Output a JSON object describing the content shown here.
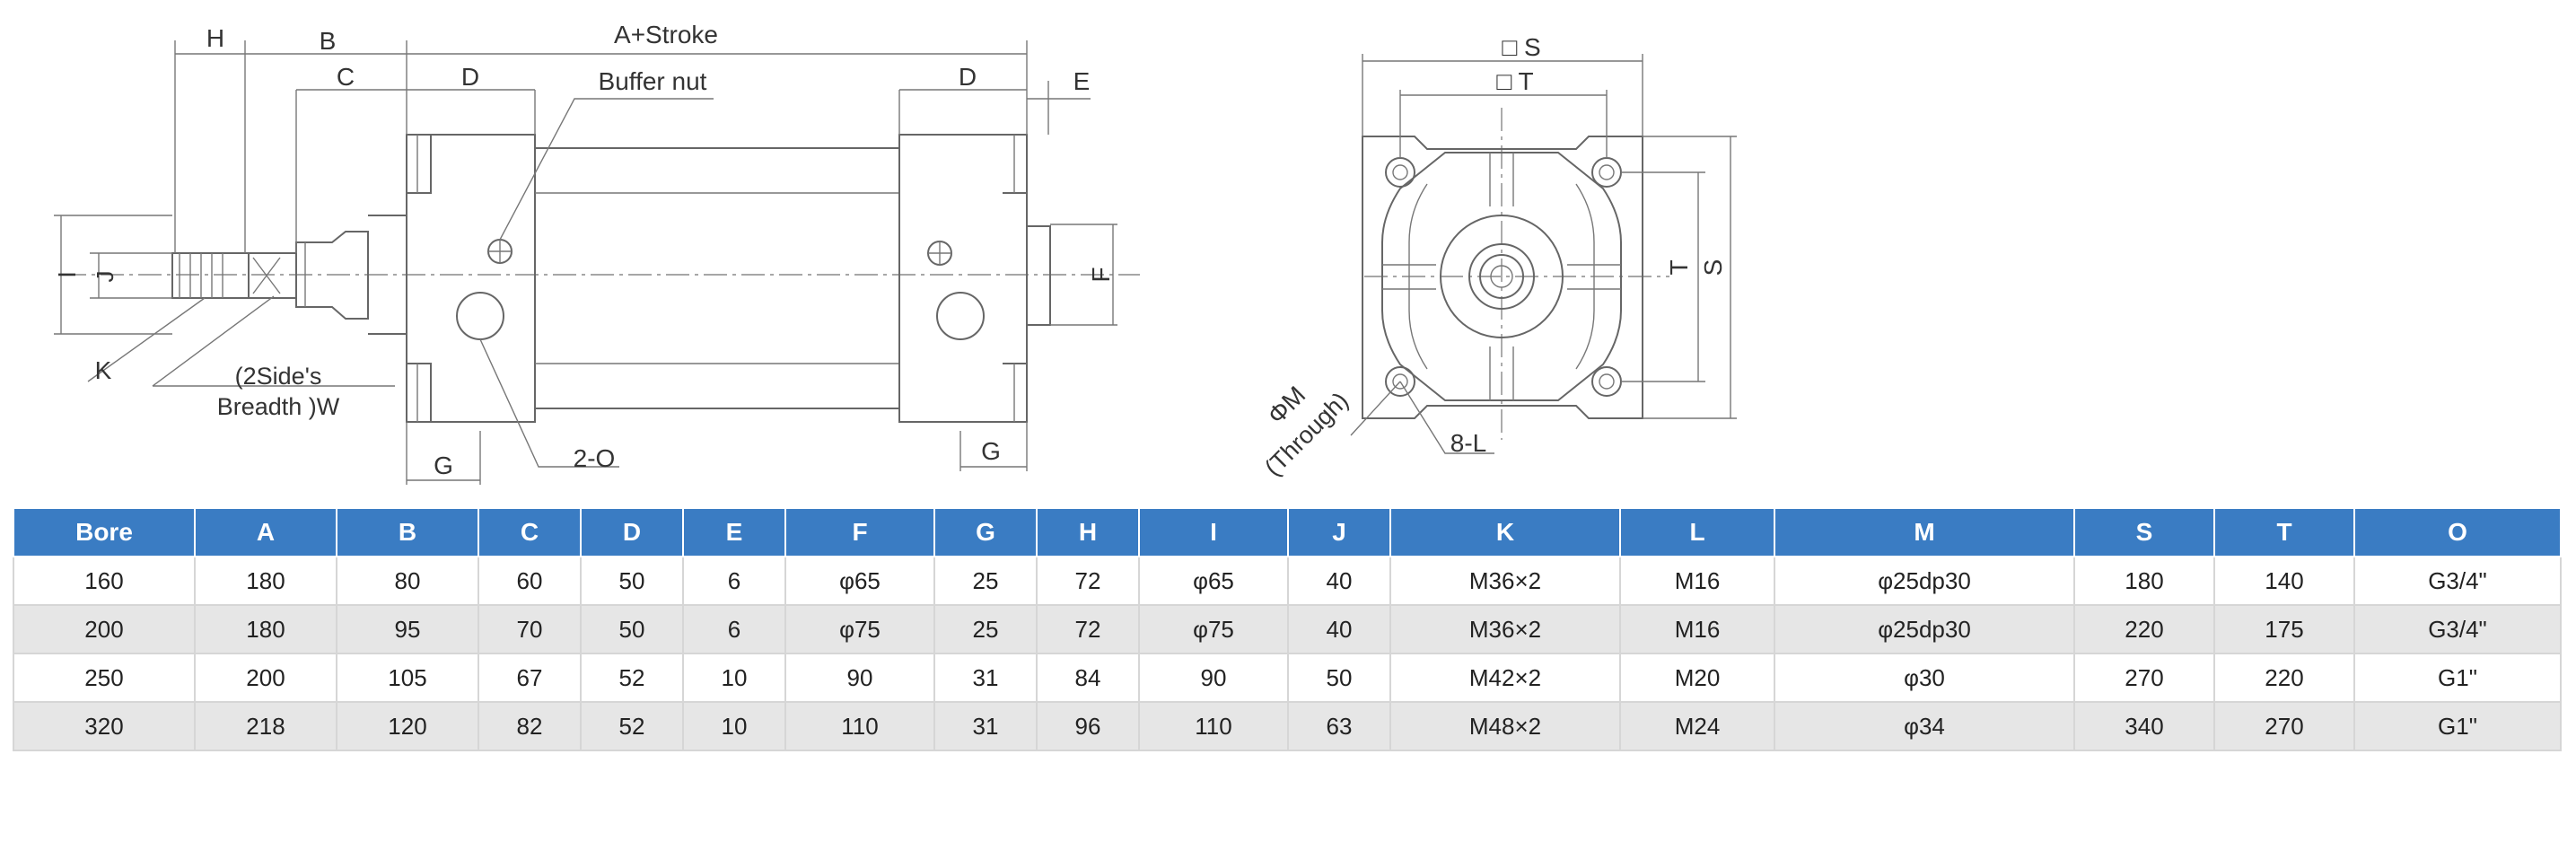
{
  "side_view": {
    "dims": {
      "H": "H",
      "B": "B",
      "A_stroke": "A+Stroke",
      "C": "C",
      "D_left": "D",
      "buffer_nut": "Buffer nut",
      "D_right": "D",
      "E": "E",
      "I": "I",
      "J": "J",
      "F": "F",
      "K": "K",
      "side_line1": "(2Side's",
      "side_line2": "Breadth )W",
      "G_left": "G",
      "O": "2-O",
      "G_right": "G"
    }
  },
  "end_view": {
    "dims": {
      "S_top": "□ S",
      "T_top": "□ T",
      "T_side": "T",
      "S_side": "S",
      "M_line1": "ΦM",
      "M_line2": "(Through)",
      "L": "8-L"
    }
  },
  "table": {
    "headers": [
      "Bore",
      "A",
      "B",
      "C",
      "D",
      "E",
      "F",
      "G",
      "H",
      "I",
      "J",
      "K",
      "L",
      "M",
      "S",
      "T",
      "O"
    ],
    "rows": [
      [
        "160",
        "180",
        "80",
        "60",
        "50",
        "6",
        "φ65",
        "25",
        "72",
        "φ65",
        "40",
        "M36×2",
        "M16",
        "φ25dp30",
        "180",
        "140",
        "G3/4\""
      ],
      [
        "200",
        "180",
        "95",
        "70",
        "50",
        "6",
        "φ75",
        "25",
        "72",
        "φ75",
        "40",
        "M36×2",
        "M16",
        "φ25dp30",
        "220",
        "175",
        "G3/4\""
      ],
      [
        "250",
        "200",
        "105",
        "67",
        "52",
        "10",
        "90",
        "31",
        "84",
        "90",
        "50",
        "M42×2",
        "M20",
        "φ30",
        "270",
        "220",
        "G1\""
      ],
      [
        "320",
        "218",
        "120",
        "82",
        "52",
        "10",
        "110",
        "31",
        "96",
        "110",
        "63",
        "M48×2",
        "M24",
        "φ34",
        "340",
        "270",
        "G1\""
      ]
    ]
  }
}
